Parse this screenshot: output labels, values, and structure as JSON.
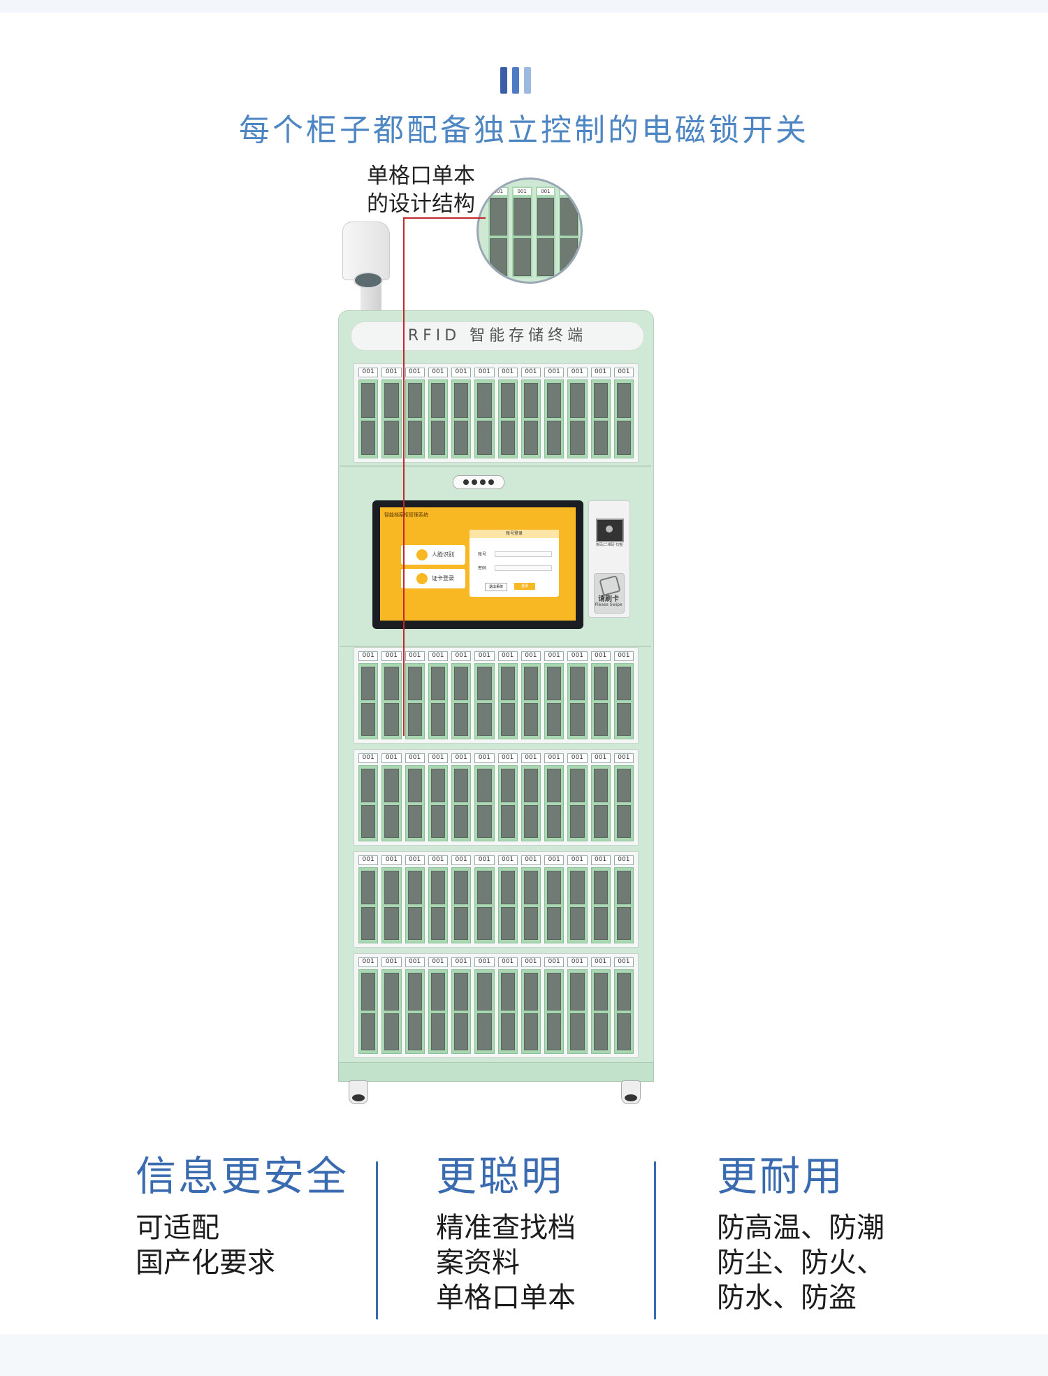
{
  "header": {
    "title": "每个柜子都配备独立控制的电磁锁开关"
  },
  "callout": {
    "line1": "单格口单本",
    "line2": "的设计结构"
  },
  "cabinet": {
    "header_label": "RFID 智能存储终端",
    "locker_tag": "001",
    "screen": {
      "app_title": "智能档案柜管理系统",
      "face_button": "人脸识别",
      "card_button": "证卡登录",
      "form_title": "账号登录",
      "account_label": "账号",
      "password_label": "密码",
      "exit_button": "退出系统",
      "ok_button": "登录"
    },
    "scanner_caption": "条码/二维码 扫描",
    "swipe_label_cn": "请刷卡",
    "swipe_label_en": "Please Swipe"
  },
  "features": [
    {
      "title": "信息更安全",
      "lines": [
        "可适配",
        "国产化要求"
      ]
    },
    {
      "title": "更聪明",
      "lines": [
        "精准查找档",
        "案资料",
        "单格口单本"
      ]
    },
    {
      "title": "更耐用",
      "lines": [
        "防高温、防潮",
        "防尘、防火、",
        "防水、防盗"
      ]
    }
  ],
  "colors": {
    "title_blue": "#4d86c2",
    "feature_blue": "#3a6bb1",
    "cabinet_green": "#cfe9d6",
    "callout_red": "#c1272d",
    "screen_yellow": "#f7b824"
  },
  "icons": [
    "title-bars-icon",
    "face-scan-icon",
    "card-login-icon",
    "scanner-icon",
    "swipe-card-icon"
  ]
}
